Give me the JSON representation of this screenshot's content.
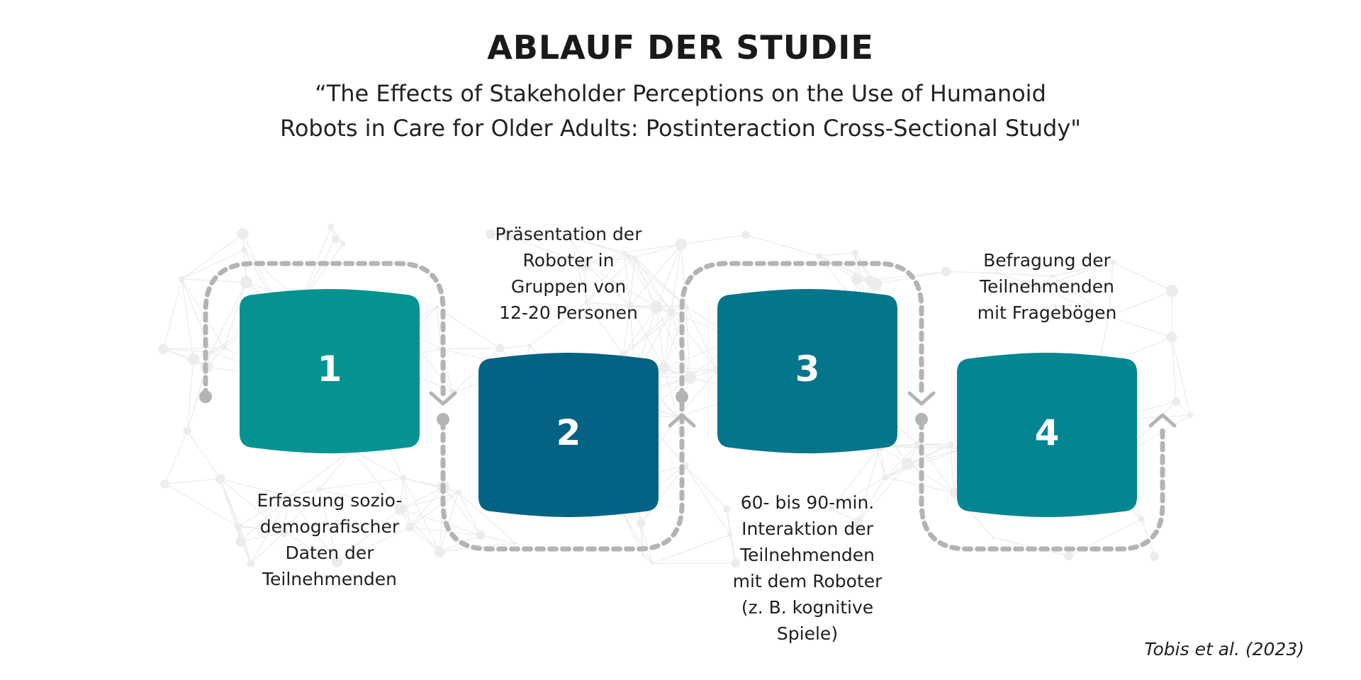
{
  "header": {
    "title": "ABLAUF DER STUDIE",
    "subtitle_lines": [
      "“The Effects of Stakeholder Perceptions on the Use of Humanoid",
      "Robots in Care for Older Adults: Postinteraction Cross-Sectional Study\""
    ]
  },
  "steps": [
    {
      "number": "1",
      "color": "#049391",
      "text_lines": [
        "Erfassung sozio-",
        "demografischer",
        "Daten der",
        "Teilnehmenden"
      ]
    },
    {
      "number": "2",
      "color": "#046384",
      "text_lines": [
        "Präsentation der",
        "Roboter in",
        "Gruppen von",
        "12-20 Personen"
      ]
    },
    {
      "number": "3",
      "color": "#04768B",
      "text_lines": [
        "60- bis 90-min.",
        "Interaktion der",
        "Teilnehmenden",
        "mit dem Roboter",
        "(z. B. kognitive",
        "Spiele)"
      ]
    },
    {
      "number": "4",
      "color": "#048692",
      "text_lines": [
        "Befragung der",
        "Teilnehmenden",
        "mit Fragebögen"
      ]
    }
  ],
  "connector_color": "#b4b4b4",
  "citation": "Tobis et al. (2023)"
}
